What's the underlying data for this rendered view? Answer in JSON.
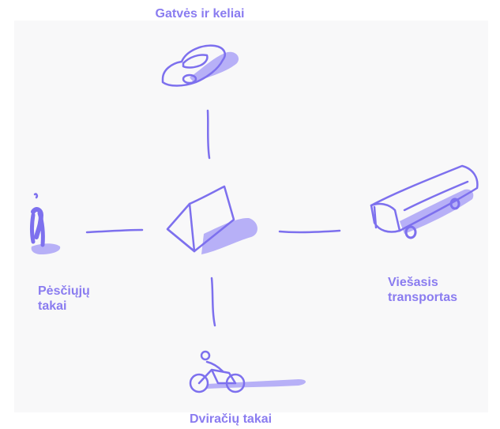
{
  "diagram": {
    "nodes": {
      "top": {
        "label": "Gatvės ir keliai",
        "icon": "car-icon"
      },
      "left": {
        "label_line1": "Pėsčiųjų",
        "label_line2": "takai",
        "icon": "pedestrian-icon"
      },
      "right": {
        "label_line1": "Viešasis",
        "label_line2": "transportas",
        "icon": "bus-icon"
      },
      "bottom": {
        "label": "Dviračių takai",
        "icon": "bicycle-icon"
      },
      "center": {
        "icon": "house-icon"
      }
    },
    "colors": {
      "accent": "#8a7cf0",
      "stroke": "#7d70ee",
      "shadow": "#b7b0f7",
      "background": "#f8f8f9"
    }
  }
}
